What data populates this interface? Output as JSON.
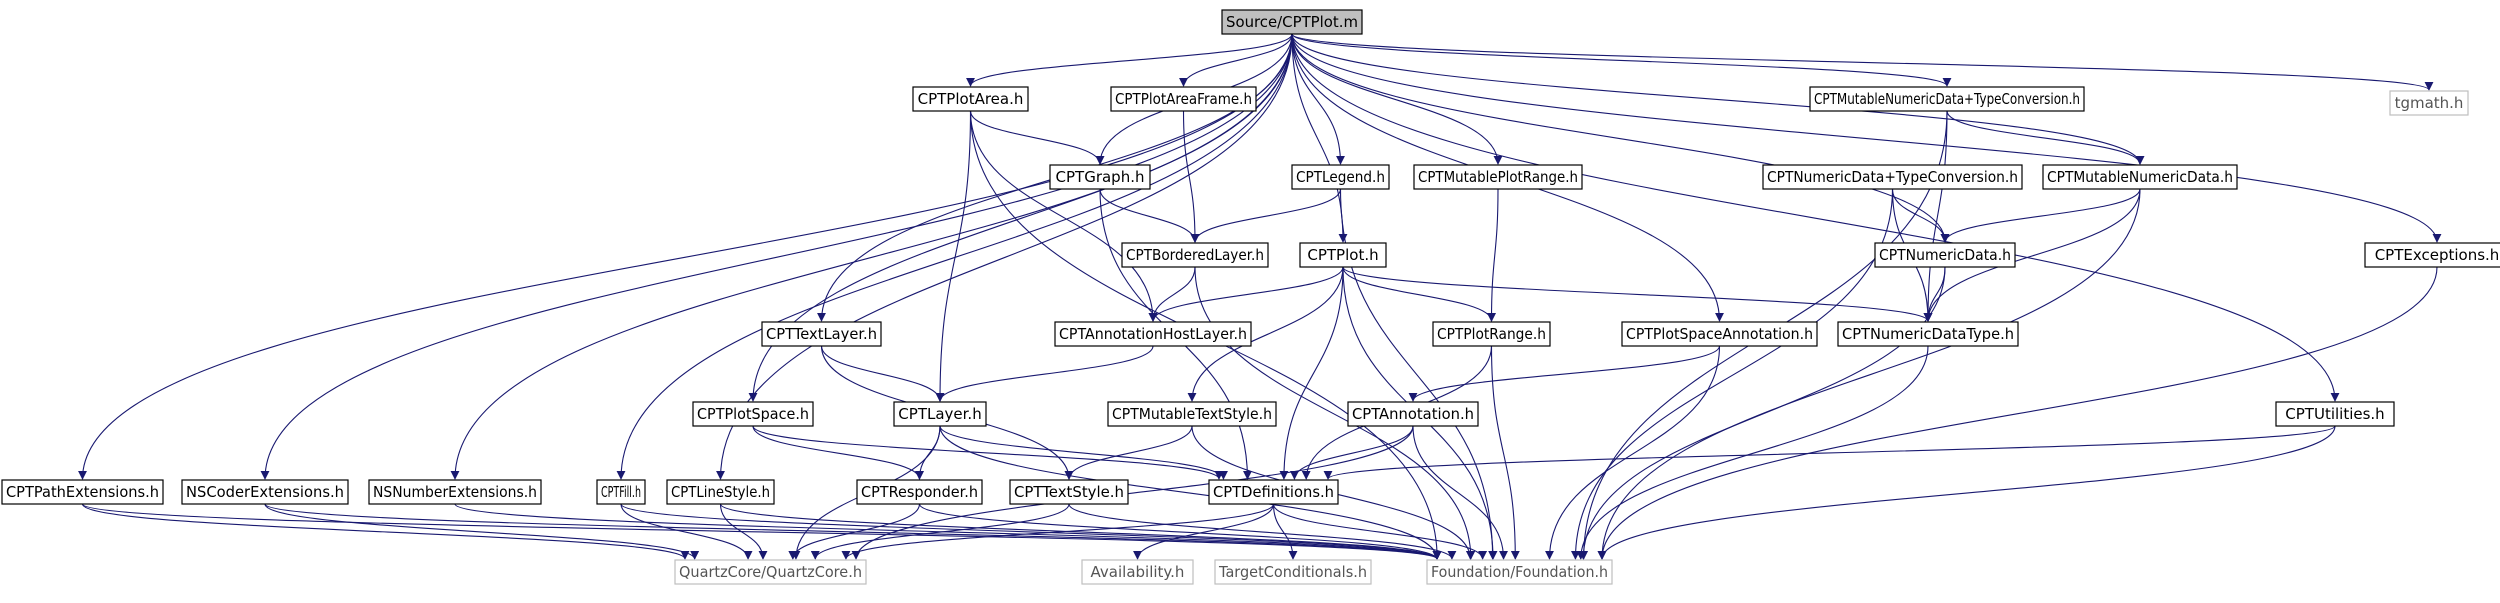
{
  "colors": {
    "edge": "#191970",
    "node_border": "#000000",
    "node_text": "#000000",
    "root_fill": "#bfbfbf",
    "external_border": "#bfbfbf",
    "external_text": "#555555"
  },
  "nodes": [
    {
      "id": "root",
      "label": "Source/CPTPlot.m",
      "kind": "root"
    },
    {
      "id": "plotarea",
      "label": "CPTPlotArea.h",
      "kind": "normal"
    },
    {
      "id": "plotareaframe",
      "label": "CPTPlotAreaFrame.h",
      "kind": "normal"
    },
    {
      "id": "mutnumtc",
      "label": "CPTMutableNumericData+TypeConversion.h",
      "kind": "normal"
    },
    {
      "id": "tgmath",
      "label": "tgmath.h",
      "kind": "external"
    },
    {
      "id": "graph",
      "label": "CPTGraph.h",
      "kind": "normal"
    },
    {
      "id": "legend",
      "label": "CPTLegend.h",
      "kind": "normal"
    },
    {
      "id": "mutplotrange",
      "label": "CPTMutablePlotRange.h",
      "kind": "normal"
    },
    {
      "id": "numtc",
      "label": "CPTNumericData+TypeConversion.h",
      "kind": "normal"
    },
    {
      "id": "mutnum",
      "label": "CPTMutableNumericData.h",
      "kind": "normal"
    },
    {
      "id": "border",
      "label": "CPTBorderedLayer.h",
      "kind": "normal"
    },
    {
      "id": "plot",
      "label": "CPTPlot.h",
      "kind": "normal"
    },
    {
      "id": "numdata",
      "label": "CPTNumericData.h",
      "kind": "normal"
    },
    {
      "id": "exceptions",
      "label": "CPTExceptions.h",
      "kind": "normal"
    },
    {
      "id": "textlayer",
      "label": "CPTTextLayer.h",
      "kind": "normal"
    },
    {
      "id": "annhost",
      "label": "CPTAnnotationHostLayer.h",
      "kind": "normal"
    },
    {
      "id": "plotrange",
      "label": "CPTPlotRange.h",
      "kind": "normal"
    },
    {
      "id": "psann",
      "label": "CPTPlotSpaceAnnotation.h",
      "kind": "normal"
    },
    {
      "id": "numtype",
      "label": "CPTNumericDataType.h",
      "kind": "normal"
    },
    {
      "id": "plotspace",
      "label": "CPTPlotSpace.h",
      "kind": "normal"
    },
    {
      "id": "layer",
      "label": "CPTLayer.h",
      "kind": "normal"
    },
    {
      "id": "muttext",
      "label": "CPTMutableTextStyle.h",
      "kind": "normal"
    },
    {
      "id": "annotation",
      "label": "CPTAnnotation.h",
      "kind": "normal"
    },
    {
      "id": "utilities",
      "label": "CPTUtilities.h",
      "kind": "normal"
    },
    {
      "id": "pathext",
      "label": "CPTPathExtensions.h",
      "kind": "normal"
    },
    {
      "id": "nscoder",
      "label": "NSCoderExtensions.h",
      "kind": "normal"
    },
    {
      "id": "nsnumber",
      "label": "NSNumberExtensions.h",
      "kind": "normal"
    },
    {
      "id": "fill",
      "label": "CPTFill.h",
      "kind": "normal"
    },
    {
      "id": "linestyle",
      "label": "CPTLineStyle.h",
      "kind": "normal"
    },
    {
      "id": "responder",
      "label": "CPTResponder.h",
      "kind": "normal"
    },
    {
      "id": "textstyle",
      "label": "CPTTextStyle.h",
      "kind": "normal"
    },
    {
      "id": "defs",
      "label": "CPTDefinitions.h",
      "kind": "normal"
    },
    {
      "id": "quartz",
      "label": "QuartzCore/QuartzCore.h",
      "kind": "external"
    },
    {
      "id": "avail",
      "label": "Availability.h",
      "kind": "external"
    },
    {
      "id": "targetcond",
      "label": "TargetConditionals.h",
      "kind": "external"
    },
    {
      "id": "foundation",
      "label": "Foundation/Foundation.h",
      "kind": "external"
    }
  ],
  "edges": [
    [
      "root",
      "plotarea"
    ],
    [
      "root",
      "plotareaframe"
    ],
    [
      "root",
      "mutnumtc"
    ],
    [
      "root",
      "tgmath"
    ],
    [
      "root",
      "graph"
    ],
    [
      "root",
      "legend"
    ],
    [
      "root",
      "mutplotrange"
    ],
    [
      "root",
      "numdata"
    ],
    [
      "root",
      "mutnum"
    ],
    [
      "root",
      "plot"
    ],
    [
      "root",
      "exceptions"
    ],
    [
      "root",
      "textlayer"
    ],
    [
      "root",
      "psann"
    ],
    [
      "root",
      "plotspace"
    ],
    [
      "root",
      "utilities"
    ],
    [
      "root",
      "pathext"
    ],
    [
      "root",
      "nscoder"
    ],
    [
      "root",
      "nsnumber"
    ],
    [
      "root",
      "fill"
    ],
    [
      "root",
      "linestyle"
    ],
    [
      "plotarea",
      "graph"
    ],
    [
      "plotarea",
      "annhost"
    ],
    [
      "plotarea",
      "layer"
    ],
    [
      "plotarea",
      "foundation"
    ],
    [
      "plotareaframe",
      "border"
    ],
    [
      "graph",
      "border"
    ],
    [
      "graph",
      "defs"
    ],
    [
      "legend",
      "border"
    ],
    [
      "legend",
      "foundation"
    ],
    [
      "mutplotrange",
      "plotrange"
    ],
    [
      "mutnumtc",
      "mutnum"
    ],
    [
      "mutnumtc",
      "numtype"
    ],
    [
      "mutnumtc",
      "foundation"
    ],
    [
      "numtc",
      "numdata"
    ],
    [
      "numtc",
      "numtype"
    ],
    [
      "numtc",
      "foundation"
    ],
    [
      "mutnum",
      "numdata"
    ],
    [
      "mutnum",
      "numtype"
    ],
    [
      "mutnum",
      "foundation"
    ],
    [
      "border",
      "annhost"
    ],
    [
      "border",
      "foundation"
    ],
    [
      "plot",
      "annhost"
    ],
    [
      "plot",
      "plotrange"
    ],
    [
      "plot",
      "numtype"
    ],
    [
      "plot",
      "muttext"
    ],
    [
      "plot",
      "defs"
    ],
    [
      "plot",
      "foundation"
    ],
    [
      "numdata",
      "numtype"
    ],
    [
      "numdata",
      "foundation"
    ],
    [
      "exceptions",
      "foundation"
    ],
    [
      "textlayer",
      "layer"
    ],
    [
      "textlayer",
      "textstyle"
    ],
    [
      "annhost",
      "layer"
    ],
    [
      "plotrange",
      "defs"
    ],
    [
      "plotrange",
      "foundation"
    ],
    [
      "psann",
      "annotation"
    ],
    [
      "psann",
      "foundation"
    ],
    [
      "numtype",
      "foundation"
    ],
    [
      "plotspace",
      "responder"
    ],
    [
      "plotspace",
      "defs"
    ],
    [
      "layer",
      "responder"
    ],
    [
      "layer",
      "defs"
    ],
    [
      "layer",
      "quartz"
    ],
    [
      "layer",
      "foundation"
    ],
    [
      "muttext",
      "textstyle"
    ],
    [
      "muttext",
      "foundation"
    ],
    [
      "annotation",
      "defs"
    ],
    [
      "annotation",
      "quartz"
    ],
    [
      "annotation",
      "foundation"
    ],
    [
      "utilities",
      "defs"
    ],
    [
      "utilities",
      "foundation"
    ],
    [
      "pathext",
      "quartz"
    ],
    [
      "pathext",
      "foundation"
    ],
    [
      "nscoder",
      "quartz"
    ],
    [
      "nscoder",
      "foundation"
    ],
    [
      "nsnumber",
      "foundation"
    ],
    [
      "fill",
      "quartz"
    ],
    [
      "fill",
      "foundation"
    ],
    [
      "linestyle",
      "quartz"
    ],
    [
      "linestyle",
      "foundation"
    ],
    [
      "responder",
      "quartz"
    ],
    [
      "responder",
      "foundation"
    ],
    [
      "textstyle",
      "quartz"
    ],
    [
      "textstyle",
      "foundation"
    ],
    [
      "defs",
      "avail"
    ],
    [
      "defs",
      "targetcond"
    ],
    [
      "defs",
      "quartz"
    ],
    [
      "defs",
      "foundation"
    ]
  ]
}
